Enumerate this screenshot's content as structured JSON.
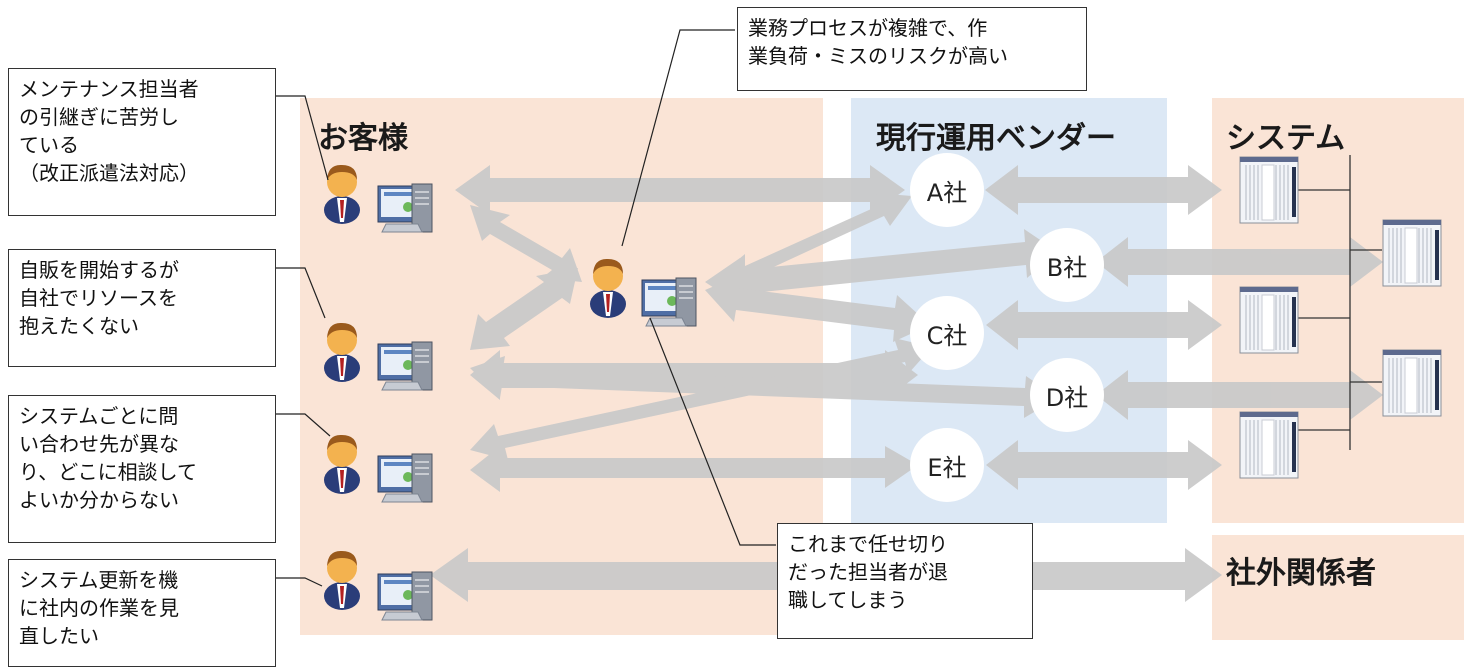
{
  "regions": {
    "customer": "お客様",
    "vendor": "現行運用ベンダー",
    "system": "システム",
    "external": "社外関係者"
  },
  "companies": [
    "A社",
    "B社",
    "C社",
    "D社",
    "E社"
  ],
  "callouts": {
    "top": "業務プロセスが複雑で、作\n業負荷・ミスのリスクが高い",
    "left1": "メンテナンス担当者\nの引継ぎに苦労し\nている\n（改正派遣法対応）",
    "left2": "自販を開始するが\n自社でリソースを\n抱えたくない",
    "left3": "システムごとに問\nい合わせ先が異な\nり、どこに相談して\nよいか分からない",
    "left4": "システム更新を機\nに社内の作業を見\n直したい",
    "bottom": "これまで任せ切り\nだった担当者が退\n職してしまう"
  },
  "colors": {
    "customer_bg": "#fae4d6",
    "vendor_bg": "#dce8f5",
    "arrow": "#c9c9c9"
  },
  "icons": [
    "user-icon",
    "desktop-computer-icon",
    "server-rack-icon"
  ]
}
